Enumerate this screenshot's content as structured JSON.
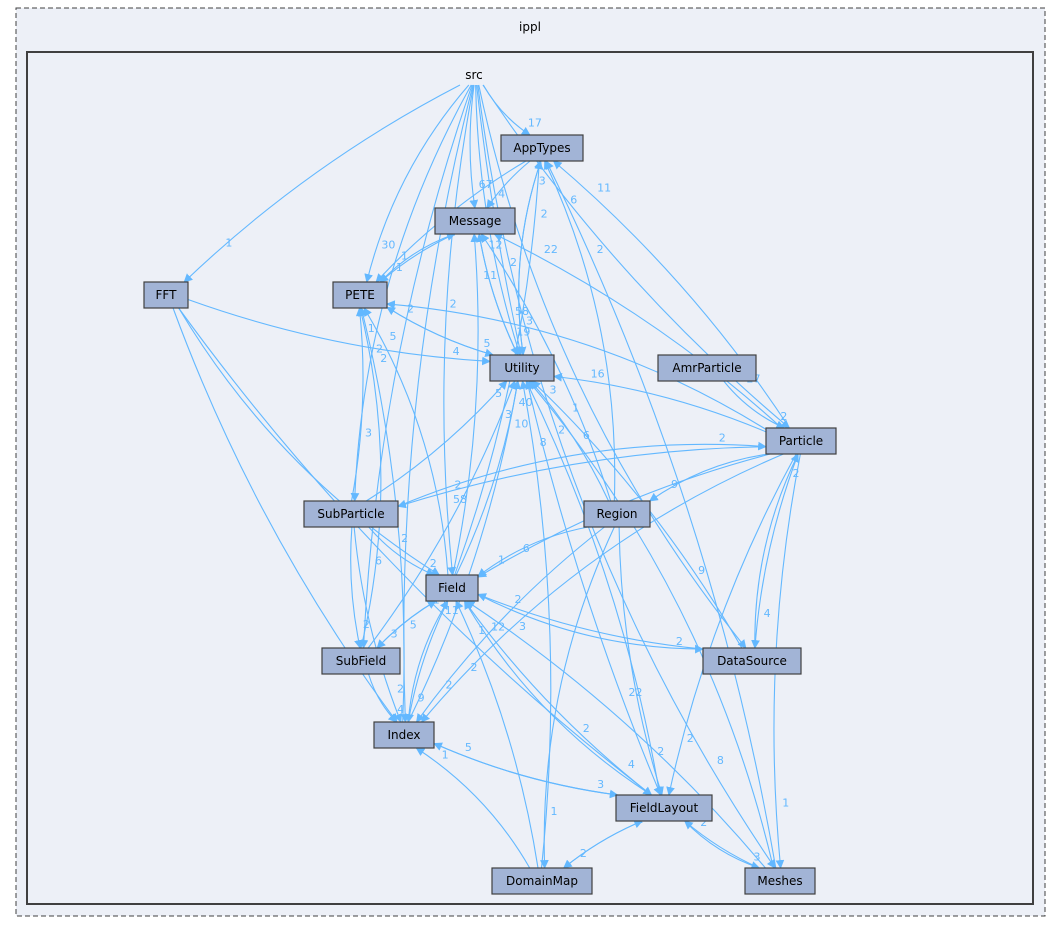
{
  "outer_cluster": {
    "label": "ippl"
  },
  "inner_cluster": {
    "label": "src"
  },
  "nodes": [
    {
      "id": "src",
      "label": "src",
      "boxed": false
    },
    {
      "id": "AppTypes",
      "label": "AppTypes",
      "boxed": true
    },
    {
      "id": "Message",
      "label": "Message",
      "boxed": true
    },
    {
      "id": "FFT",
      "label": "FFT",
      "boxed": true
    },
    {
      "id": "PETE",
      "label": "PETE",
      "boxed": true
    },
    {
      "id": "Utility",
      "label": "Utility",
      "boxed": true
    },
    {
      "id": "AmrParticle",
      "label": "AmrParticle",
      "boxed": true
    },
    {
      "id": "Particle",
      "label": "Particle",
      "boxed": true
    },
    {
      "id": "SubParticle",
      "label": "SubParticle",
      "boxed": true
    },
    {
      "id": "Region",
      "label": "Region",
      "boxed": true
    },
    {
      "id": "Field",
      "label": "Field",
      "boxed": true
    },
    {
      "id": "SubField",
      "label": "SubField",
      "boxed": true
    },
    {
      "id": "DataSource",
      "label": "DataSource",
      "boxed": true
    },
    {
      "id": "Index",
      "label": "Index",
      "boxed": true
    },
    {
      "id": "FieldLayout",
      "label": "FieldLayout",
      "boxed": true
    },
    {
      "id": "DomainMap",
      "label": "DomainMap",
      "boxed": true
    },
    {
      "id": "Meshes",
      "label": "Meshes",
      "boxed": true
    }
  ],
  "edges": [
    {
      "from": "src",
      "to": "AppTypes",
      "label": "17"
    },
    {
      "from": "src",
      "to": "Message",
      "label": "67"
    },
    {
      "from": "src",
      "to": "FFT",
      "label": "1"
    },
    {
      "from": "src",
      "to": "PETE",
      "label": "30"
    },
    {
      "from": "src",
      "to": "Utility",
      "label": "58"
    },
    {
      "from": "src",
      "to": "Particle",
      "label": "27"
    },
    {
      "from": "src",
      "to": "SubParticle",
      "label": "3"
    },
    {
      "from": "src",
      "to": "Field",
      "label": "58"
    },
    {
      "from": "src",
      "to": "SubField",
      "label": "6"
    },
    {
      "from": "src",
      "to": "DataSource",
      "label": "9"
    },
    {
      "from": "src",
      "to": "Index",
      "label": "5"
    },
    {
      "from": "src",
      "to": "FieldLayout",
      "label": "22"
    },
    {
      "from": "src",
      "to": "Meshes",
      "label": "8"
    },
    {
      "from": "AppTypes",
      "to": "Message",
      "label": "4"
    },
    {
      "from": "AppTypes",
      "to": "PETE",
      "label": "1"
    },
    {
      "from": "AppTypes",
      "to": "Utility",
      "label": "3"
    },
    {
      "from": "Message",
      "to": "PETE",
      "label": "1"
    },
    {
      "from": "Message",
      "to": "Utility",
      "label": "19"
    },
    {
      "from": "PETE",
      "to": "Message",
      "label": "1"
    },
    {
      "from": "PETE",
      "to": "Utility",
      "label": "5"
    },
    {
      "from": "FFT",
      "to": "Utility",
      "label": "4"
    },
    {
      "from": "FFT",
      "to": "Field",
      "label": "2"
    },
    {
      "from": "FFT",
      "to": "Index",
      "label": "2"
    },
    {
      "from": "FFT",
      "to": "FieldLayout",
      "label": "2"
    },
    {
      "from": "Utility",
      "to": "AppTypes",
      "label": "3"
    },
    {
      "from": "Utility",
      "to": "Message",
      "label": "12"
    },
    {
      "from": "Utility",
      "to": "PETE",
      "label": "2"
    },
    {
      "from": "AmrParticle",
      "to": "Particle",
      "label": "2"
    },
    {
      "from": "Particle",
      "to": "AppTypes",
      "label": "11"
    },
    {
      "from": "Particle",
      "to": "Message",
      "label": "22"
    },
    {
      "from": "Particle",
      "to": "PETE",
      "label": "2"
    },
    {
      "from": "Particle",
      "to": "Utility",
      "label": "16"
    },
    {
      "from": "Particle",
      "to": "SubParticle",
      "label": "2"
    },
    {
      "from": "Particle",
      "to": "Region",
      "label": "9"
    },
    {
      "from": "Particle",
      "to": "Field",
      "label": "6"
    },
    {
      "from": "Particle",
      "to": "DataSource",
      "label": "4"
    },
    {
      "from": "Particle",
      "to": "Index",
      "label": "2"
    },
    {
      "from": "Particle",
      "to": "FieldLayout",
      "label": "2"
    },
    {
      "from": "Particle",
      "to": "Meshes",
      "label": "1"
    },
    {
      "from": "SubParticle",
      "to": "Particle",
      "label": "2"
    },
    {
      "from": "SubParticle",
      "to": "PETE",
      "label": "1"
    },
    {
      "from": "SubParticle",
      "to": "Utility",
      "label": "5"
    },
    {
      "from": "SubParticle",
      "to": "Field",
      "label": "2"
    },
    {
      "from": "SubParticle",
      "to": "SubField",
      "label": "2"
    },
    {
      "from": "SubParticle",
      "to": "Index",
      "label": "2"
    },
    {
      "from": "Region",
      "to": "AppTypes",
      "label": "6"
    },
    {
      "from": "Region",
      "to": "Message",
      "label": "2"
    },
    {
      "from": "Region",
      "to": "Utility",
      "label": "3"
    },
    {
      "from": "Region",
      "to": "Field",
      "label": "1"
    },
    {
      "from": "Region",
      "to": "Index",
      "label": "2"
    },
    {
      "from": "Region",
      "to": "FieldLayout",
      "label": "2"
    },
    {
      "from": "Region",
      "to": "DomainMap",
      "label": "1"
    },
    {
      "from": "Field",
      "to": "AppTypes",
      "label": "2"
    },
    {
      "from": "Field",
      "to": "Message",
      "label": "11"
    },
    {
      "from": "Field",
      "to": "PETE",
      "label": "5"
    },
    {
      "from": "Field",
      "to": "Utility",
      "label": "40"
    },
    {
      "from": "Field",
      "to": "SubField",
      "label": "3"
    },
    {
      "from": "Field",
      "to": "DataSource",
      "label": "2"
    },
    {
      "from": "Field",
      "to": "Index",
      "label": "9"
    },
    {
      "from": "Field",
      "to": "FieldLayout",
      "label": "4"
    },
    {
      "from": "SubField",
      "to": "PETE",
      "label": "2"
    },
    {
      "from": "SubField",
      "to": "Utility",
      "label": "3"
    },
    {
      "from": "SubField",
      "to": "Field",
      "label": "14"
    },
    {
      "from": "SubField",
      "to": "Index",
      "label": "4"
    },
    {
      "from": "DataSource",
      "to": "Utility",
      "label": "1"
    },
    {
      "from": "DataSource",
      "to": "Field",
      "label": "2"
    },
    {
      "from": "DataSource",
      "to": "Particle",
      "label": "2"
    },
    {
      "from": "Index",
      "to": "PETE",
      "label": "2"
    },
    {
      "from": "Index",
      "to": "Utility",
      "label": "10"
    },
    {
      "from": "Index",
      "to": "Field",
      "label": "11"
    },
    {
      "from": "Index",
      "to": "FieldLayout",
      "label": "3"
    },
    {
      "from": "FieldLayout",
      "to": "Utility",
      "label": "2"
    },
    {
      "from": "FieldLayout",
      "to": "Field",
      "label": "12"
    },
    {
      "from": "FieldLayout",
      "to": "Index",
      "label": "5"
    },
    {
      "from": "FieldLayout",
      "to": "DomainMap",
      "label": "2"
    },
    {
      "from": "FieldLayout",
      "to": "Meshes",
      "label": "3"
    },
    {
      "from": "DomainMap",
      "to": "Utility",
      "label": "8"
    },
    {
      "from": "DomainMap",
      "to": "Field",
      "label": "1"
    },
    {
      "from": "DomainMap",
      "to": "Index",
      "label": "1"
    },
    {
      "from": "DomainMap",
      "to": "FieldLayout",
      "label": "2"
    },
    {
      "from": "Meshes",
      "to": "AppTypes",
      "label": "2"
    },
    {
      "from": "Meshes",
      "to": "Utility",
      "label": "6"
    },
    {
      "from": "Meshes",
      "to": "Field",
      "label": "3"
    },
    {
      "from": "Meshes",
      "to": "FieldLayout",
      "label": "2"
    }
  ]
}
